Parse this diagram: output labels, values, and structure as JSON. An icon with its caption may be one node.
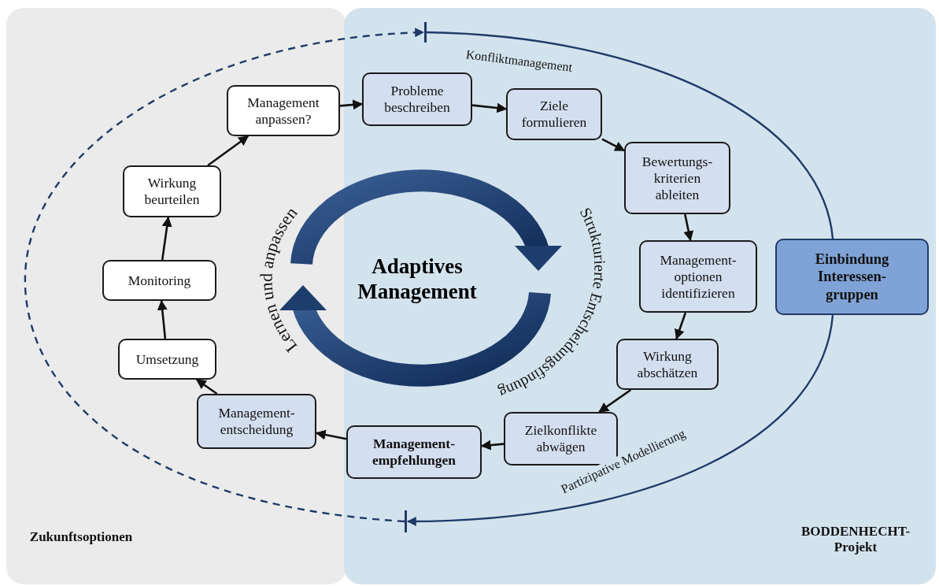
{
  "diagram": {
    "nodes": [
      {
        "text": [
          "Zukunftsoptionen"
        ]
      },
      {
        "text": [
          "BODDENHECHT- Projekt"
        ]
      },
      {
        "text": [
          "Probleme beschreiben"
        ],
        "in": 1
      },
      {
        "text": [
          "Ziele formulieren"
        ],
        "in": 1
      },
      {
        "text": [
          "Bewertungs- kriterien ableiten"
        ],
        "in": 1
      },
      {
        "text": [
          "Management- optionen identifizieren"
        ],
        "in": 1
      },
      {
        "text": [
          "Wirkung abschätzen"
        ],
        "in": 1
      },
      {
        "text": [
          "Zielkonflikte abwägen"
        ],
        "in": 1
      },
      {
        "text": [
          "Management- empfehlungen"
        ],
        "in": 1
      },
      {
        "text": [
          "Management- entscheidung"
        ],
        "in": 0
      },
      {
        "text": [
          "Umsetzung"
        ],
        "in": 0
      },
      {
        "text": [
          "Monitoring"
        ],
        "in": 0
      },
      {
        "text": [
          "Wirkung beurteilen"
        ],
        "in": 0
      },
      {
        "text": [
          "Management anpassen?"
        ],
        "in": 0
      },
      {
        "text": [
          "Einbindung Interessen- gruppen"
        ],
        "in": 1
      },
      {
        "text": [
          "Adaptives Management"
        ],
        "in": 1
      },
      {
        "text": [],
        "shape": "bar",
        "in": 1
      },
      {
        "text": [],
        "shape": "bar",
        "in": 1
      }
    ],
    "edges": [
      {
        "from": 13,
        "to": 2,
        "arrow": "to"
      },
      {
        "from": 2,
        "to": 3,
        "arrow": "to"
      },
      {
        "from": 3,
        "to": 4,
        "arrow": "to"
      },
      {
        "from": 4,
        "to": 5,
        "arrow": "to"
      },
      {
        "from": 5,
        "to": 6,
        "arrow": "to"
      },
      {
        "from": 6,
        "to": 7,
        "arrow": "to"
      },
      {
        "from": 7,
        "to": 8,
        "arrow": "to"
      },
      {
        "from": 8,
        "to": 9,
        "arrow": "to"
      },
      {
        "from": 9,
        "to": 10,
        "arrow": "to"
      },
      {
        "from": 10,
        "to": 11,
        "arrow": "to"
      },
      {
        "from": 11,
        "to": 12,
        "arrow": "to"
      },
      {
        "from": 12,
        "to": 13,
        "arrow": "to"
      },
      {
        "from": 14,
        "to": 16,
        "arrow": "none",
        "label": "Konfliktmanagement",
        "color": "#1f3a68"
      },
      {
        "from": 14,
        "to": 17,
        "arrow": "to",
        "label": "Partizipative Modellierung",
        "color": "#1f3a68"
      },
      {
        "from": 17,
        "to": 16,
        "arrow": "to",
        "style": "dashed",
        "color": "#1f3a68"
      }
    ],
    "labels": [
      "Strukturierte Entscheidungsfindung",
      "Lernen und anpassen"
    ]
  }
}
